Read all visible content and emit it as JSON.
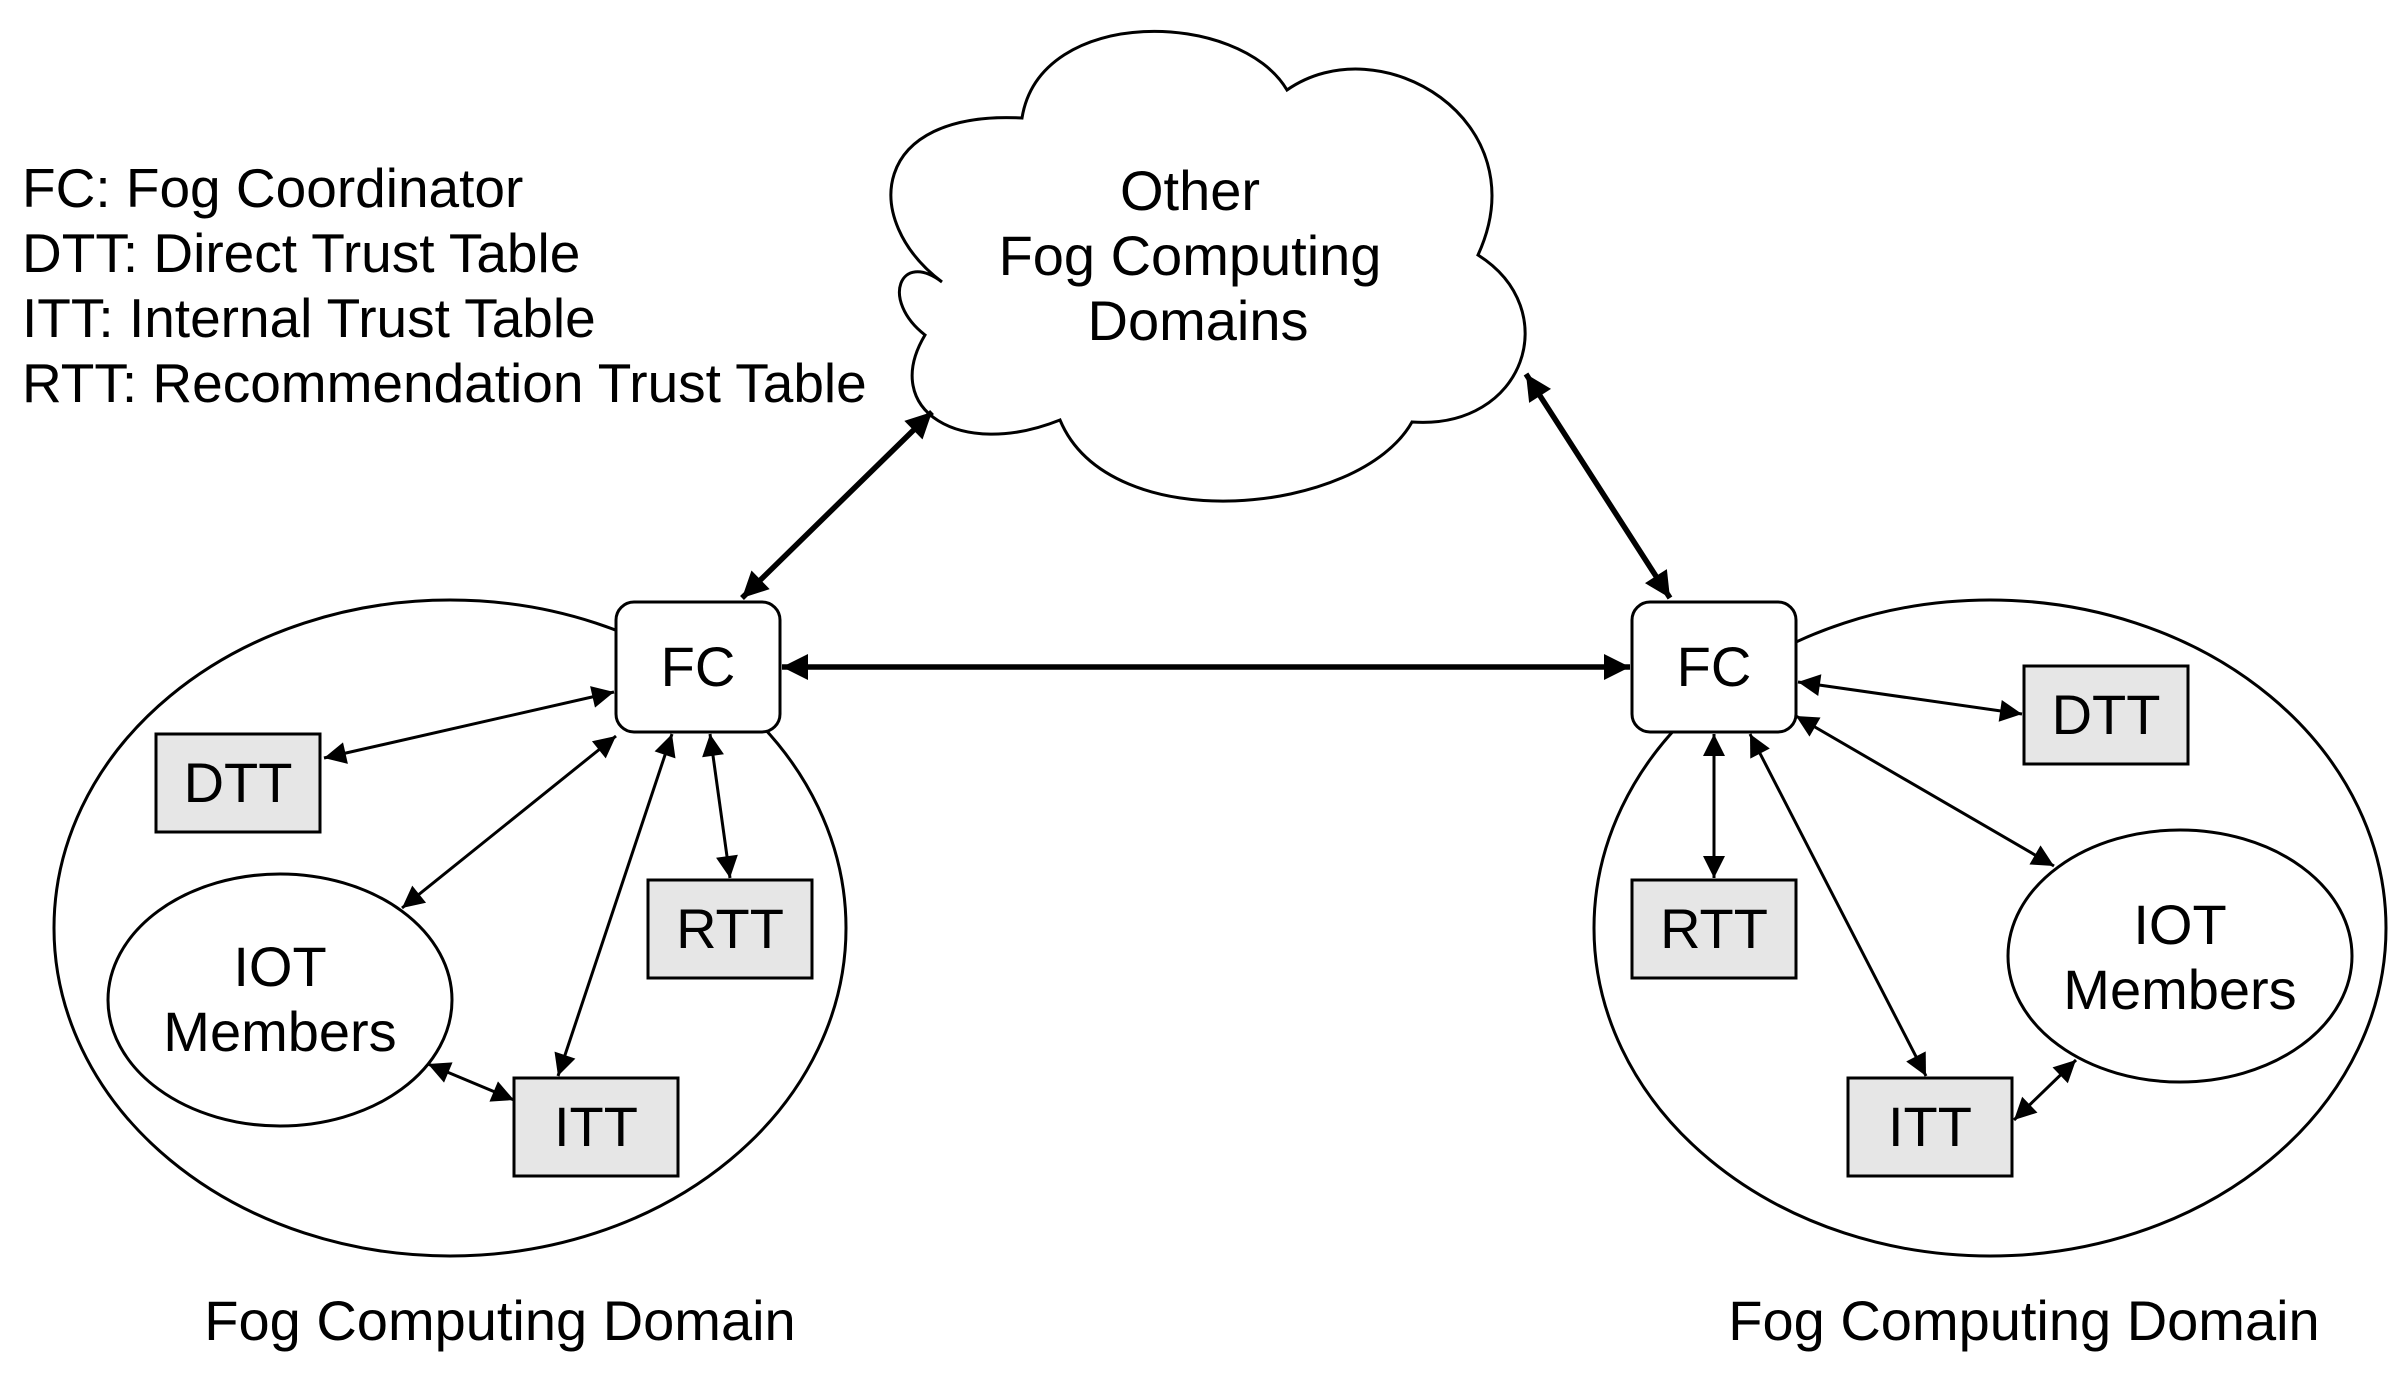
{
  "legend": [
    "FC: Fog Coordinator",
    "DTT: Direct Trust Table",
    "ITT: Internal Trust Table",
    "RTT: Recommendation Trust Table"
  ],
  "cloud": {
    "lines": [
      "Other",
      "Fog Computing",
      "Domains"
    ]
  },
  "left_domain": {
    "caption": "Fog Computing Domain",
    "fc": "FC",
    "dtt": "DTT",
    "rtt": "RTT",
    "itt": "ITT",
    "iot_lines": [
      "IOT",
      "Members"
    ]
  },
  "right_domain": {
    "caption": "Fog Computing Domain",
    "fc": "FC",
    "dtt": "DTT",
    "rtt": "RTT",
    "itt": "ITT",
    "iot_lines": [
      "IOT",
      "Members"
    ]
  },
  "colors": {
    "table_fill": "#e6e6e6",
    "stroke": "#000000",
    "background": "#ffffff"
  }
}
